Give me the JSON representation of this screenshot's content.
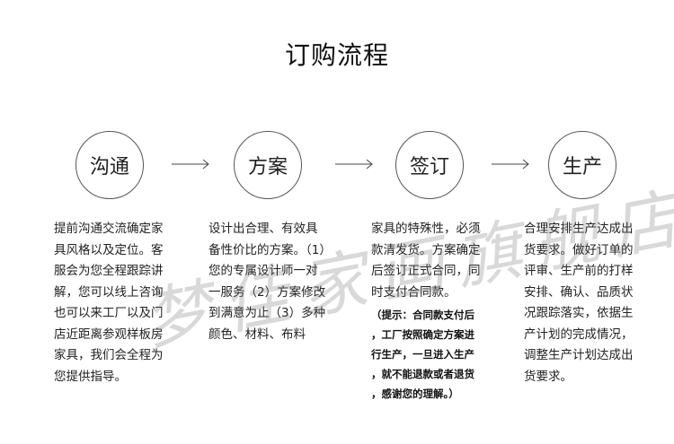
{
  "title": "订购流程",
  "steps": [
    {
      "label": "沟通"
    },
    {
      "label": "方案"
    },
    {
      "label": "签订"
    },
    {
      "label": "生产"
    }
  ],
  "descriptions": [
    "提前沟通交流确定家\n具风格以及定位。客\n服会为您全程跟踪讲\n解，您可以线上咨询\n也可以来工厂以及门\n店近距离参观样板房\n家具，我们会全程为\n您提供指导。",
    "设计出合理、有效具\n备性价比的方案。（1）\n您的专属设计师一对\n一服务（2）方案修改\n到满意为止（3）多种\n颜色、材料、布料",
    "家具的特殊性，必须\n款清发货。方案确定\n后签订正式合同，同\n时支付合同款。",
    "合理安排生产达成出\n货要求。做好订单的\n评审、生产前的打样\n安排、确认、品质状\n况跟踪落实，依据生\n产计划的完成情况，\n调整生产计划达成出\n货要求。"
  ],
  "note": "（提示：合同款支付后\n，工厂按照确定方案进\n行生产，一旦进入生产\n，就不能退款或者退货\n，感谢您的理解。）",
  "watermark": "梦佳家画旗舰店"
}
